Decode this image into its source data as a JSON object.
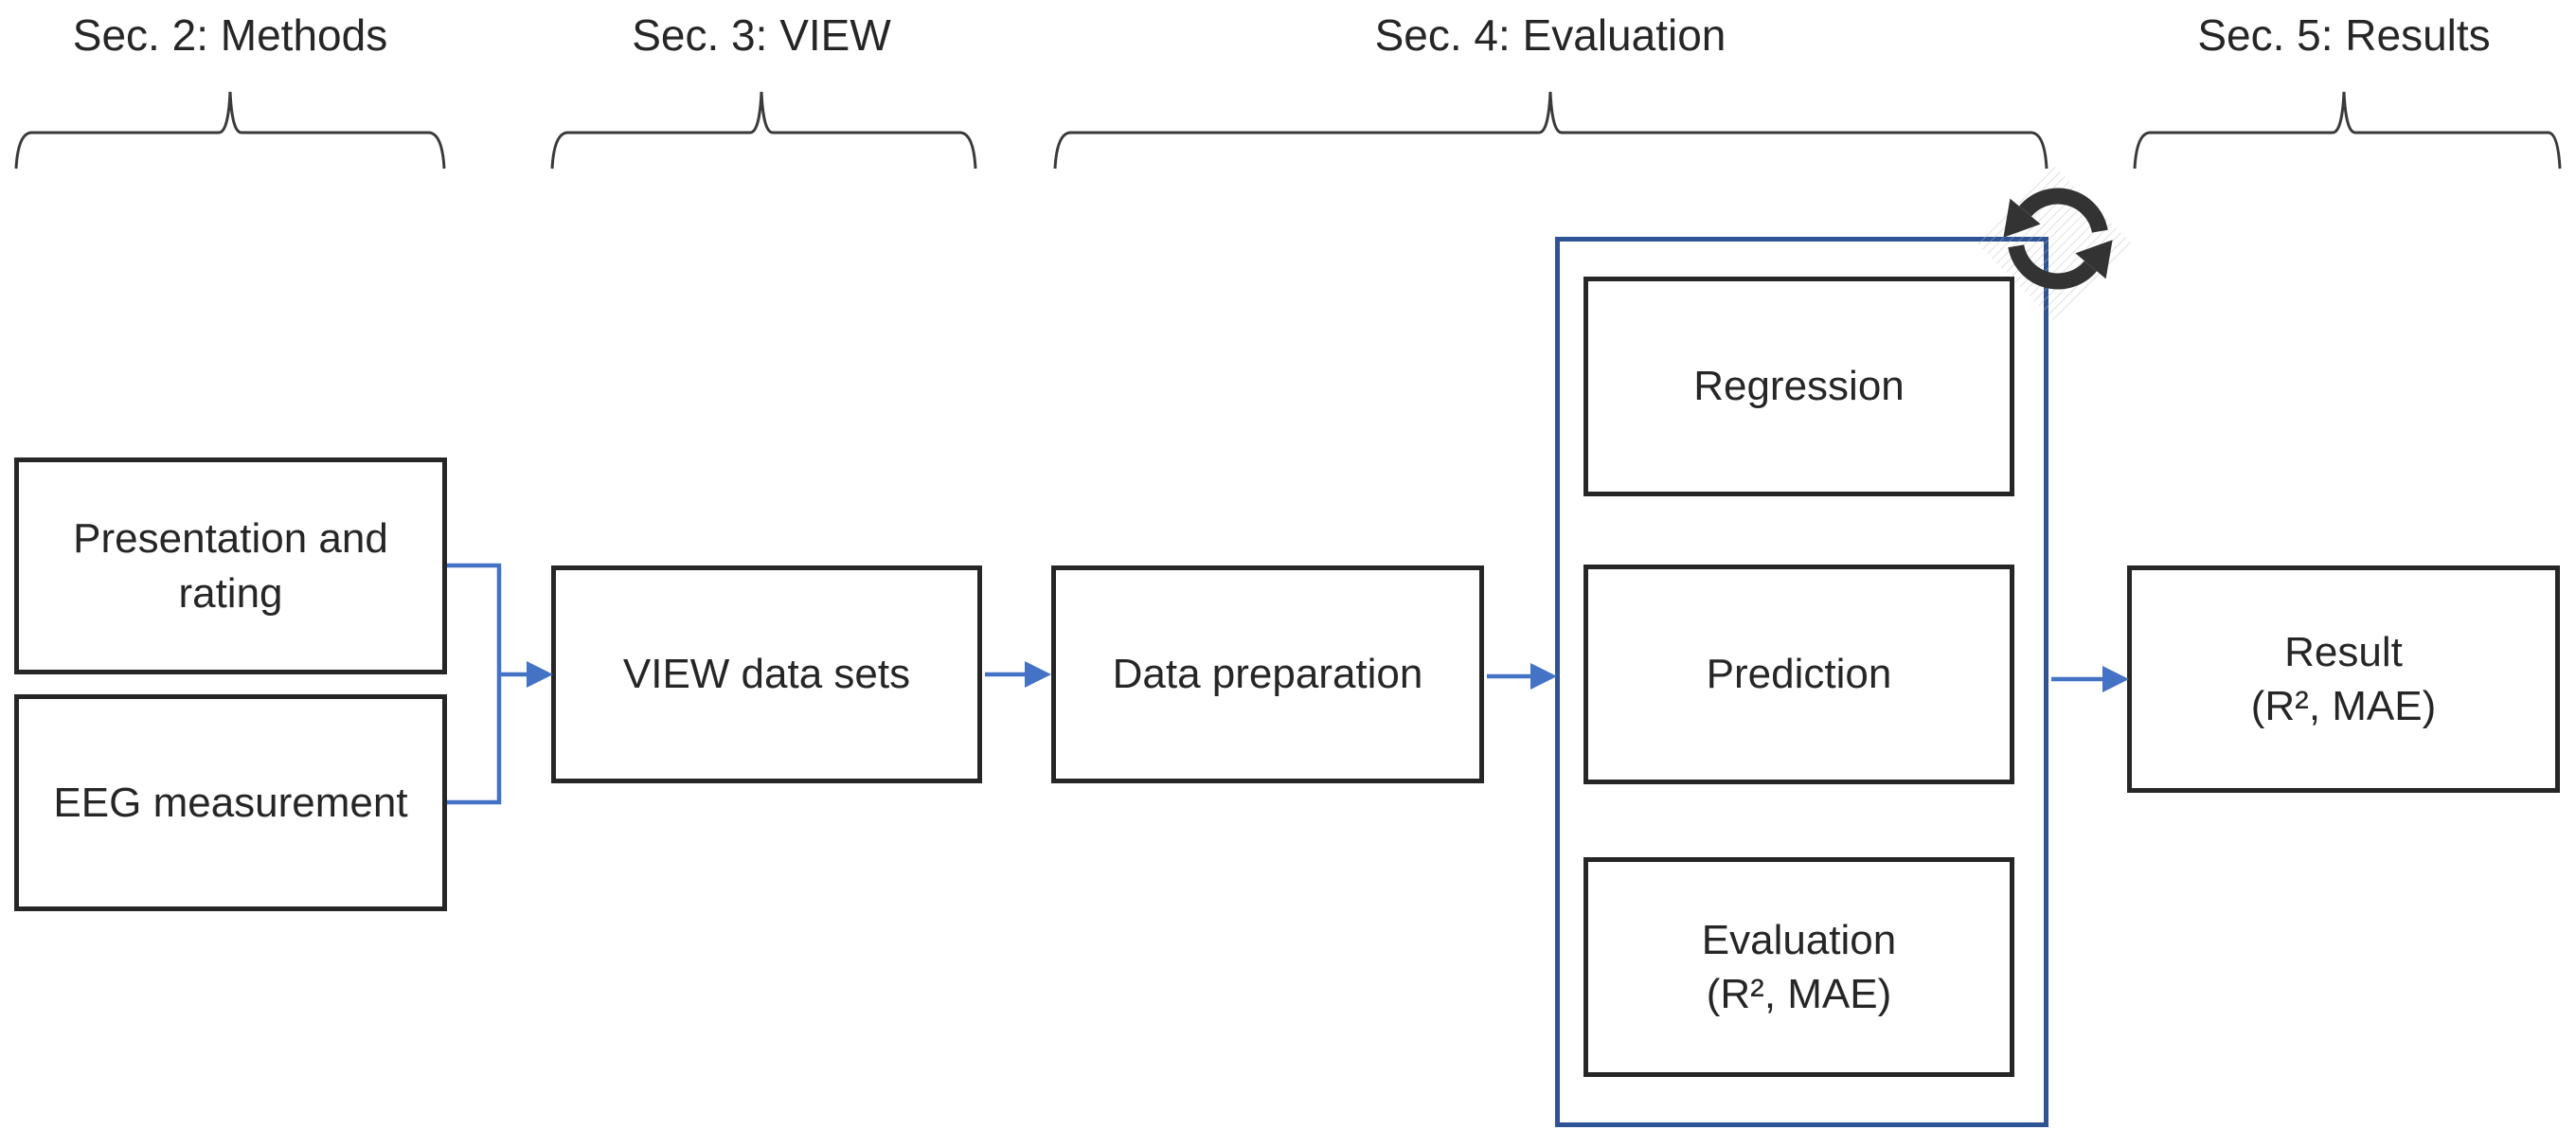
{
  "sections": [
    {
      "label": "Sec. 2: Methods"
    },
    {
      "label": "Sec. 3: VIEW"
    },
    {
      "label": "Sec. 4: Evaluation"
    },
    {
      "label": "Sec. 5: Results"
    }
  ],
  "boxes": [
    {
      "id": "presentation-rating",
      "lines": [
        "Presentation and rating"
      ]
    },
    {
      "id": "eeg-measurement",
      "lines": [
        "EEG measurement"
      ]
    },
    {
      "id": "view-data-sets",
      "lines": [
        "VIEW data sets"
      ]
    },
    {
      "id": "data-preparation",
      "lines": [
        "Data preparation"
      ]
    },
    {
      "id": "regression",
      "lines": [
        "Regression"
      ]
    },
    {
      "id": "prediction",
      "lines": [
        "Prediction"
      ]
    },
    {
      "id": "evaluation",
      "lines": [
        "Evaluation",
        "(R², MAE)"
      ]
    },
    {
      "id": "result",
      "lines": [
        "Result",
        "(R², MAE)"
      ]
    }
  ],
  "icons": {
    "refresh": "refresh-cycle-icon"
  },
  "colors": {
    "box_border": "#262626",
    "text": "#262626",
    "flow_blue": "#4472c4",
    "group_border": "#2f5496",
    "brace": "#3a3a3a",
    "icon": "#333333",
    "bg": "#ffffff"
  }
}
